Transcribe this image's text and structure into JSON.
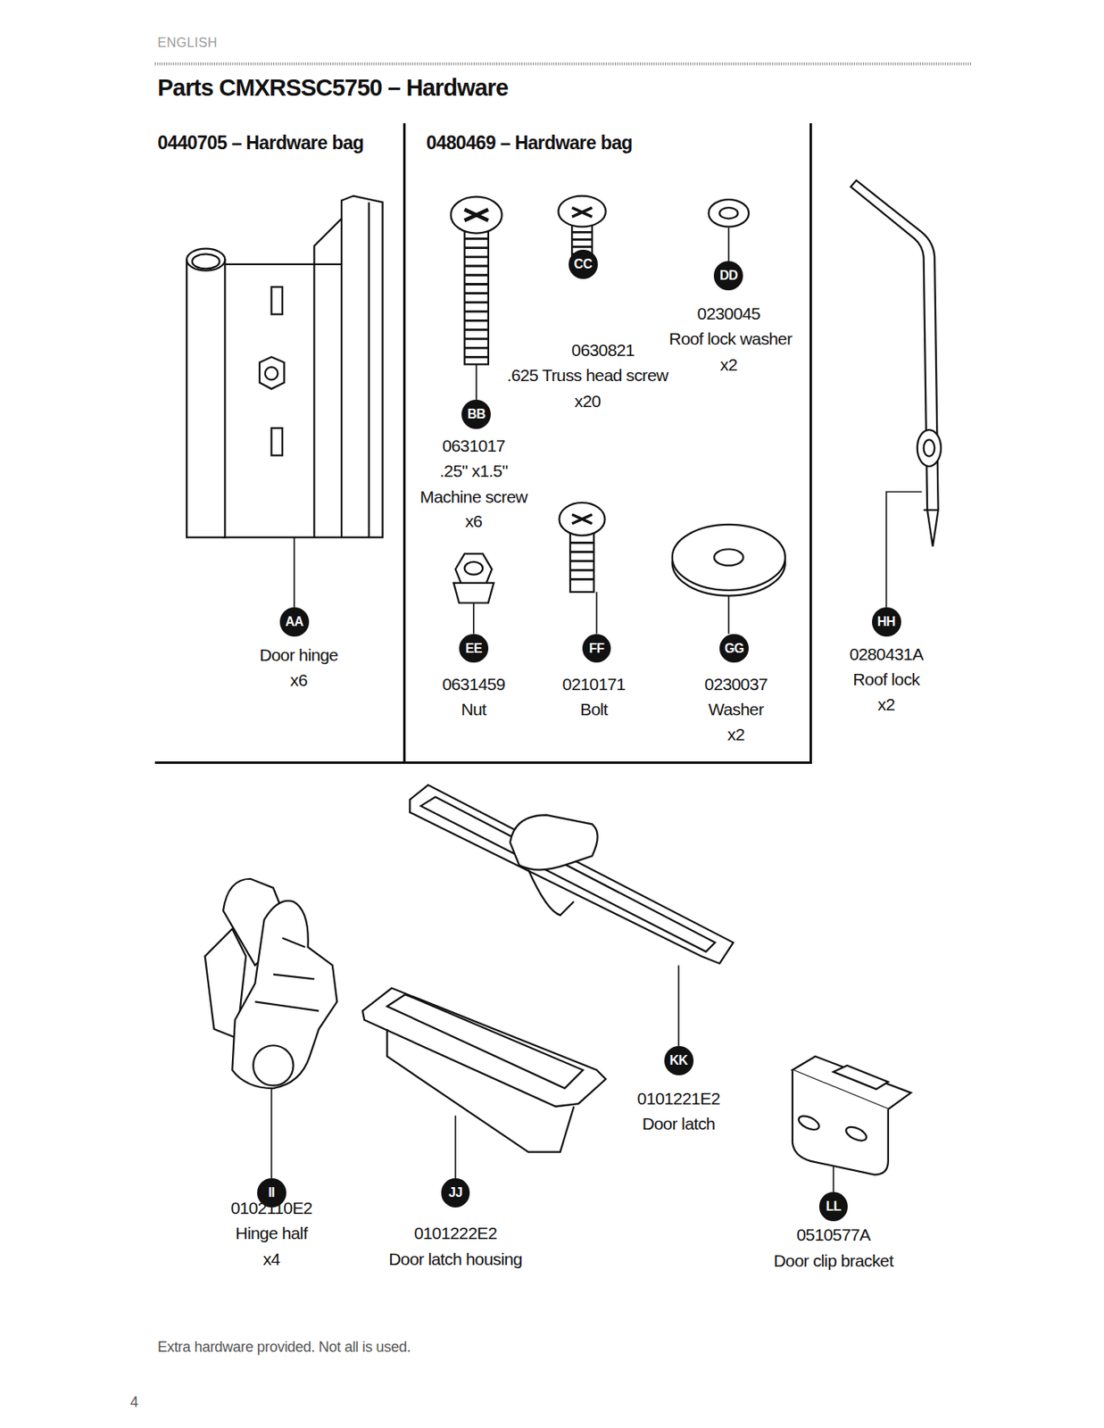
{
  "diagram": {
    "title": "Parts CMXRSSC5750 – Hardware",
    "nodes": [
      {
        "text": [
          "0440705 – Hardware bag"
        ]
      },
      {
        "text": [
          "0480469 – Hardware bag"
        ]
      },
      {
        "text": [
          "AA"
        ],
        "in": 0
      },
      {
        "text": [
          "BB"
        ],
        "in": 1
      },
      {
        "text": [
          "CC"
        ],
        "in": 1
      },
      {
        "text": [
          "DD"
        ],
        "in": 1
      },
      {
        "text": [
          "EE"
        ],
        "in": 1
      },
      {
        "text": [
          "FF"
        ],
        "in": 1
      },
      {
        "text": [
          "GG"
        ],
        "in": 1
      },
      {
        "text": [
          "HH"
        ]
      },
      {
        "text": [
          "II"
        ]
      },
      {
        "text": [
          "JJ"
        ]
      },
      {
        "text": [
          "KK"
        ]
      },
      {
        "text": [
          "LL"
        ]
      }
    ],
    "labels": [
      "ENGLISH",
      "Door hinge",
      "x6",
      "0631017",
      ".25\" x1.5\"",
      "Machine screw",
      "x6",
      "0630821",
      ".625 Truss head screw",
      "x20",
      "0230045",
      "Roof lock washer",
      "x2",
      "0631459",
      "Nut",
      "0210171",
      "Bolt",
      "0230037",
      "Washer",
      "x2",
      "0280431A",
      "Roof lock",
      "x2",
      "0102110E2",
      "Hinge half",
      "x4",
      "0101222E2",
      "Door latch housing",
      "0101221E2",
      "Door latch",
      "0510577A",
      "Door clip bracket",
      "Extra hardware provided. Not all is used.",
      "4"
    ]
  }
}
